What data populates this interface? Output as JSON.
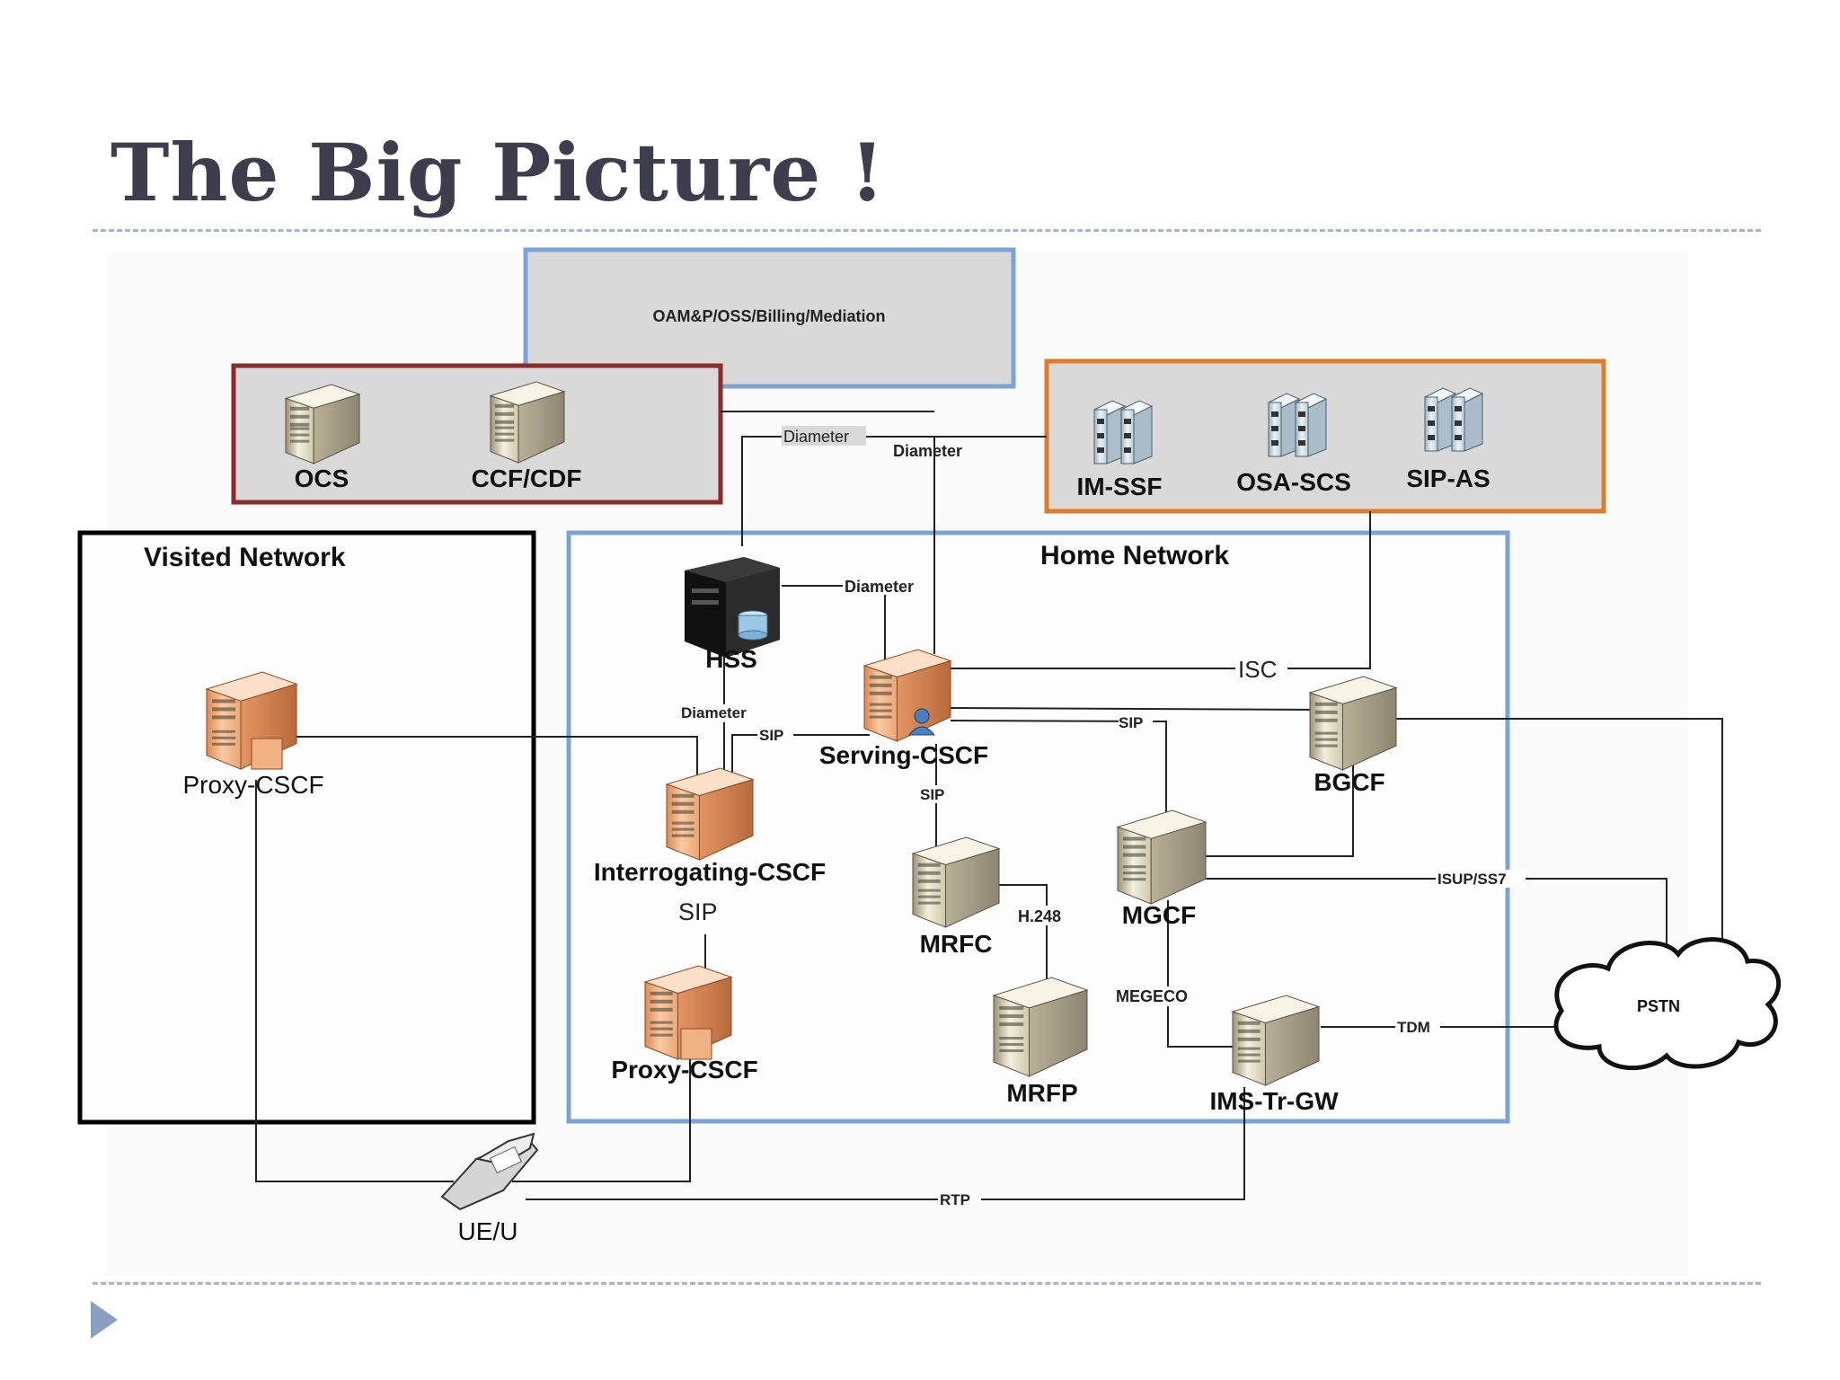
{
  "slide": {
    "title": "The Big Picture !"
  },
  "diagram": {
    "oss_box_label": "OAM&P/OSS/Billing/Mediation",
    "charging": {
      "ocs": "OCS",
      "ccf": "CCF/CDF"
    },
    "app_servers": {
      "imssf": "IM-SSF",
      "osascs": "OSA-SCS",
      "sipas": "SIP-AS"
    },
    "visited": {
      "title": "Visited Network",
      "proxy": "Proxy-CSCF"
    },
    "home": {
      "title": "Home Network",
      "hss": "HSS",
      "scscf": "Serving-CSCF",
      "icscf": "Interrogating-CSCF",
      "pcscf": "Proxy-CSCF",
      "bgcf": "BGCF",
      "mgcf": "MGCF",
      "mrfc": "MRFC",
      "mrfp": "MRFP",
      "imsgw": "IMS-Tr-GW"
    },
    "pstn": "PSTN",
    "ue": "UE/U",
    "links": {
      "diameter_ocs": "Diameter",
      "diameter_ccf": "Diameter",
      "diameter_hss_s": "Diameter",
      "diameter_hss_i": "Diameter",
      "isc": "ISC",
      "sip_s_bgcf": "SIP",
      "sip_s_i": "SIP",
      "sip_s_mrfc": "SIP",
      "sip_i_p": "SIP",
      "h248": "H.248",
      "isup": "ISUP/SS7",
      "megeco": "MEGECO",
      "tdm": "TDM",
      "rtp": "RTP"
    },
    "colors": {
      "oss_border": "#7ba3d6",
      "charging_border": "#8b2b2b",
      "app_border": "#e07b2a",
      "home_border": "#7ba3d6",
      "visited_border": "#000000",
      "box_fill": "#d9d9d9"
    }
  }
}
